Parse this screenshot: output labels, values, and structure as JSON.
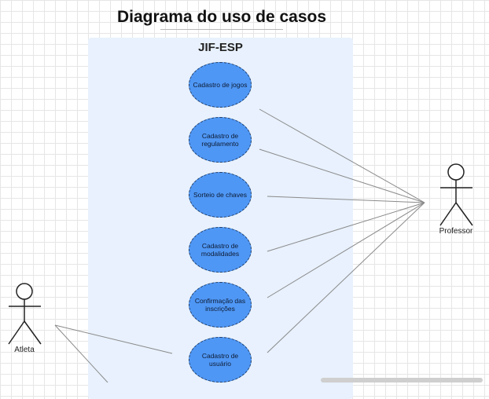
{
  "diagram": {
    "title": "Diagrama do uso de casos",
    "system_boundary": "JIF-ESP",
    "use_cases": [
      "Cadastro de jogos",
      "Cadastro de regulamento",
      "Sorteio de chaves",
      "Cadastro de modalidades",
      "Confirmação das inscrições",
      "Cadastro de usuário"
    ],
    "actors": {
      "professor": "Professor",
      "atleta": "Atleta"
    },
    "colors": {
      "use_case_fill": "#4f97f5",
      "boundary_fill": "#e8f1fd",
      "edge": "#888888"
    }
  }
}
